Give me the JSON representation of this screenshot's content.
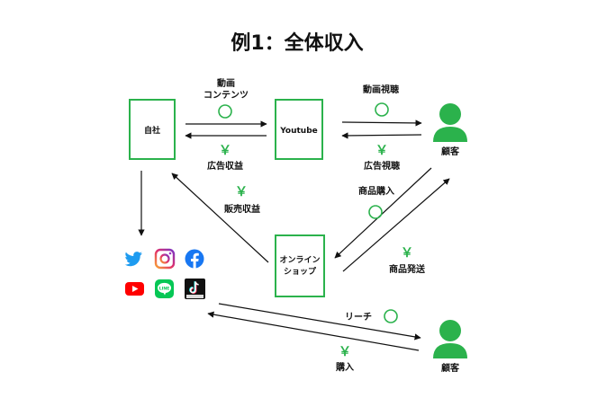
{
  "title": "例1：全体収入",
  "nodes": {
    "company": "自社",
    "youtube": "Youtube",
    "shop_line1": "オンライン",
    "shop_line2": "ショップ",
    "customer_top": "顧客",
    "customer_bottom": "顧客"
  },
  "edges": {
    "video_content_line1": "動画",
    "video_content_line2": "コンテンツ",
    "ad_revenue": "広告収益",
    "video_viewing": "動画視聴",
    "ad_viewing": "広告視聴",
    "sales_revenue": "販売収益",
    "product_purchase": "商品購入",
    "product_shipping": "商品発送",
    "reach": "リーチ",
    "purchase": "購入"
  },
  "symbols": {
    "yen": "￥"
  },
  "sns_icons": [
    "twitter-icon",
    "instagram-icon",
    "facebook-icon",
    "youtube-icon",
    "line-icon",
    "tiktok-icon"
  ],
  "colors": {
    "accent": "#2bb24c"
  }
}
